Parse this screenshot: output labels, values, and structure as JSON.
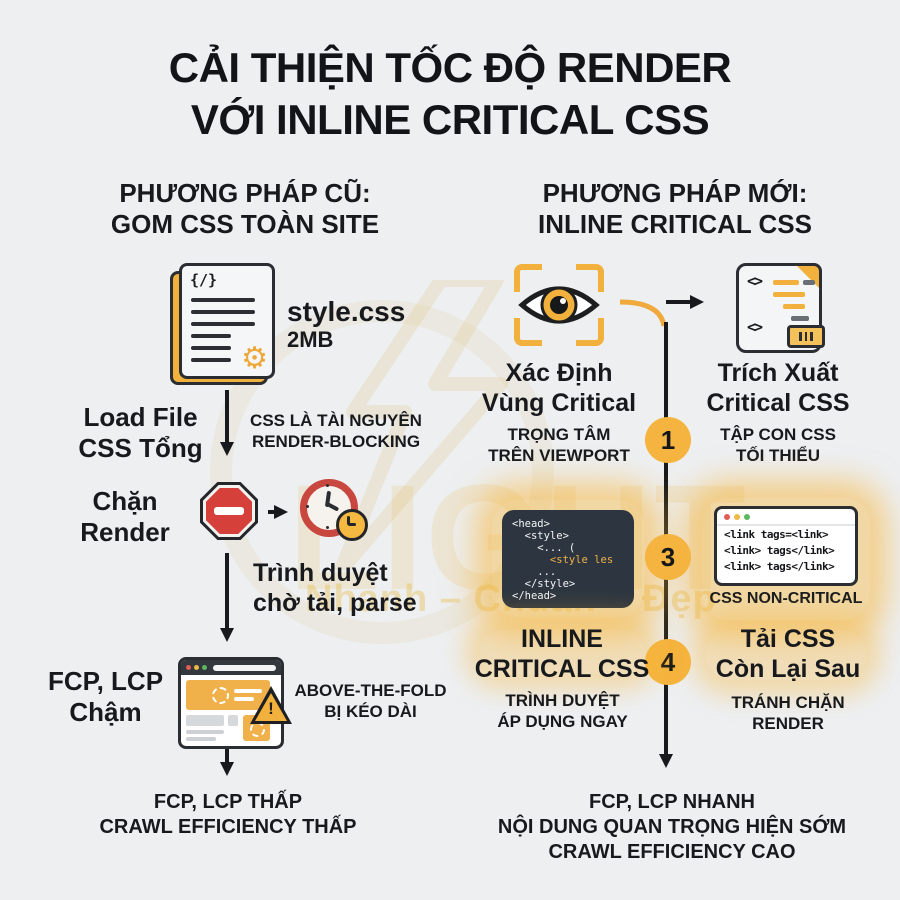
{
  "colors": {
    "background": "#EDEFF1",
    "ink": "#17191C",
    "accent_yellow": "#F2B13C",
    "danger_red": "#D6403A",
    "code_block_bg": "#2D3640",
    "glow": "#F7B538"
  },
  "watermark": {
    "brand": "LIGHT",
    "slogan": "Nhanh – Chuẩn – Đẹp"
  },
  "title": "CẢI THIỆN TỐC ĐỘ RENDER\nVỚI INLINE CRITICAL CSS",
  "old_method": {
    "header": "PHƯƠNG PHÁP CŨ:\nGOM CSS TOÀN SITE",
    "file": {
      "code_glyph": "{/}",
      "name": "style.css",
      "size": "2MB"
    },
    "load_label": "Load File\nCSS Tổng",
    "load_note": "CSS LÀ TÀI NGUYÊN\nRENDER-BLOCKING",
    "block_label": "Chặn\nRender",
    "wait_note": "Trình duyệt\nchờ tải, parse",
    "slow_label": "FCP, LCP\nChậm",
    "fold_note": "ABOVE-THE-FOLD\nBỊ KÉO DÀI",
    "warning_mark": "!",
    "result": "FCP, LCP THẤP\nCRAWL EFFICIENCY THẤP"
  },
  "new_method": {
    "header": "PHƯƠNG PHÁP MỚI:\nINLINE CRITICAL CSS",
    "identify": {
      "title": "Xác Định\nVùng Critical",
      "note": "TRỌNG TÂM\nTRÊN VIEWPORT"
    },
    "extract": {
      "title": "Trích Xuất\nCritical CSS",
      "note": "TẬP CON CSS\nTỐI THIỂU",
      "doc_glyph_top": "<>",
      "doc_glyph_bottom": "<>"
    },
    "badges": {
      "b1": "1",
      "b3": "3",
      "b4": "4"
    },
    "inline_block": {
      "l1": "<head>",
      "l2": "  <style>",
      "l3": "    <... (",
      "l4": "      <style les",
      "l5": "    ...",
      "l6": "  </style>",
      "l7": "</head>"
    },
    "inline": {
      "title": "INLINE\nCRITICAL CSS",
      "note": "TRÌNH DUYỆT\nÁP DỤNG NGAY"
    },
    "links_block": {
      "lines": "<link tags=<link>\n<link> tags</link>\n<link> tags</link>",
      "label": "CSS NON-CRITICAL"
    },
    "defer": {
      "title": "Tải CSS\nCòn Lại Sau",
      "note": "TRÁNH CHẶN\nRENDER"
    },
    "result": "FCP, LCP NHANH\nNỘI DUNG QUAN TRỌNG HIỆN SỚM\nCRAWL EFFICIENCY CAO"
  }
}
